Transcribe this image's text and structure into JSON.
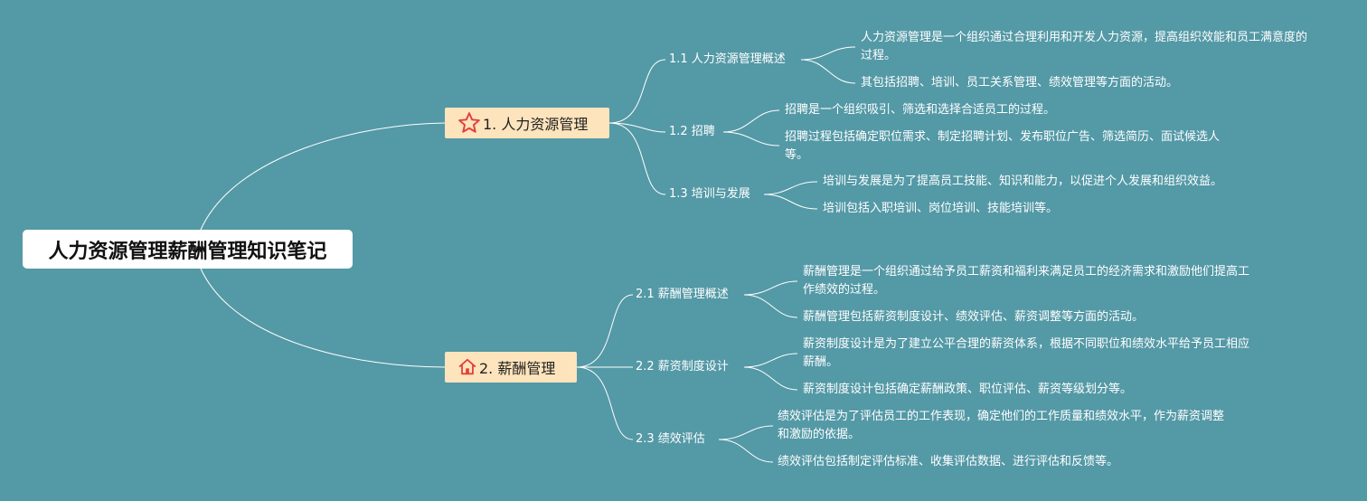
{
  "root": {
    "title": "人力资源管理薪酬管理知识笔记",
    "icon": ""
  },
  "branches": [
    {
      "label": "1. 人力资源管理",
      "icon": "star-icon",
      "topics": [
        {
          "label": "1.1 人力资源管理概述",
          "notes": [
            "人力资源管理是一个组织通过合理利用和开发人力资源，提高组织效能和员工满意度的过程。",
            "其包括招聘、培训、员工关系管理、绩效管理等方面的活动。"
          ]
        },
        {
          "label": "1.2 招聘",
          "notes": [
            "招聘是一个组织吸引、筛选和选择合适员工的过程。",
            "招聘过程包括确定职位需求、制定招聘计划、发布职位广告、筛选简历、面试候选人等。"
          ]
        },
        {
          "label": "1.3 培训与发展",
          "notes": [
            "培训与发展是为了提高员工技能、知识和能力，以促进个人发展和组织效益。",
            "培训包括入职培训、岗位培训、技能培训等。"
          ]
        }
      ]
    },
    {
      "label": "2. 薪酬管理",
      "icon": "home-icon",
      "topics": [
        {
          "label": "2.1 薪酬管理概述",
          "notes": [
            "薪酬管理是一个组织通过给予员工薪资和福利来满足员工的经济需求和激励他们提高工作绩效的过程。",
            "薪酬管理包括薪资制度设计、绩效评估、薪资调整等方面的活动。"
          ]
        },
        {
          "label": "2.2 薪资制度设计",
          "notes": [
            "薪资制度设计是为了建立公平合理的薪资体系，根据不同职位和绩效水平给予员工相应薪酬。",
            "薪资制度设计包括确定薪酬政策、职位评估、薪资等级划分等。"
          ]
        },
        {
          "label": "2.3 绩效评估",
          "notes": [
            "绩效评估是为了评估员工的工作表现，确定他们的工作质量和绩效水平，作为薪资调整和激励的依据。",
            "绩效评估包括制定评估标准、收集评估数据、进行评估和反馈等。"
          ]
        }
      ]
    }
  ],
  "colors": {
    "background": "#5499a6",
    "root_fill": "#ffffff",
    "branch_fill": "#fde4bc",
    "line": "#ffffff",
    "icon_red": "#e0413a"
  }
}
